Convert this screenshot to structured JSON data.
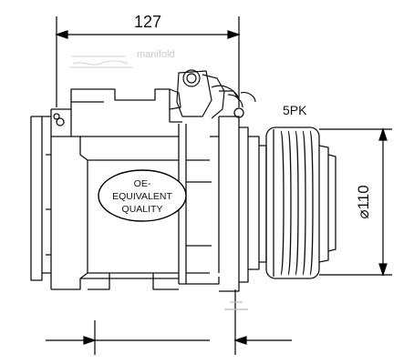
{
  "drawing": {
    "width_dim": "127",
    "pulley_label": "5PK",
    "diameter_dim": "⌀110",
    "faint_text": "manifold",
    "oe_stamp": {
      "line1": "OE-",
      "line2": "EQUIVALENT",
      "line3": "QUALITY"
    }
  }
}
